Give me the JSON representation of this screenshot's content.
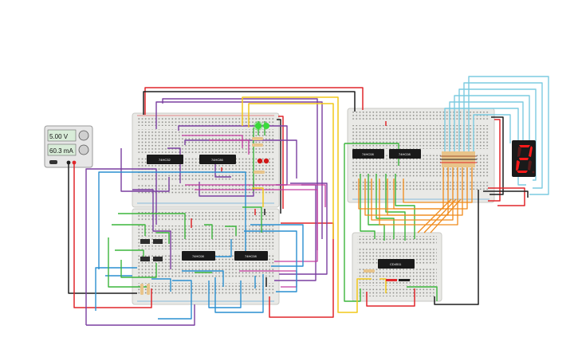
{
  "power_supply": {
    "voltage": "5.00 V",
    "current": "60.3 mA"
  },
  "chips": {
    "u1": "74HC32",
    "u2": "74HC86",
    "u3": "74HC08",
    "u4": "74HC08",
    "u5": "74HC08",
    "u6": "74HC08",
    "u7": "CD4511"
  },
  "display": {
    "digit": "2"
  },
  "colors": {
    "wire_red": "#e0272b",
    "wire_black": "#1e1e1e",
    "wire_purple": "#7a3fa0",
    "wire_blue": "#2a8fd0",
    "wire_green": "#3cb53c",
    "wire_yellow": "#f2c81a",
    "wire_orange": "#f08a1a",
    "wire_cyan": "#7ccbe0",
    "wire_magenta": "#c43ca0",
    "breadboard": "#e9e9e6",
    "display_body": "#1a1a1a"
  }
}
